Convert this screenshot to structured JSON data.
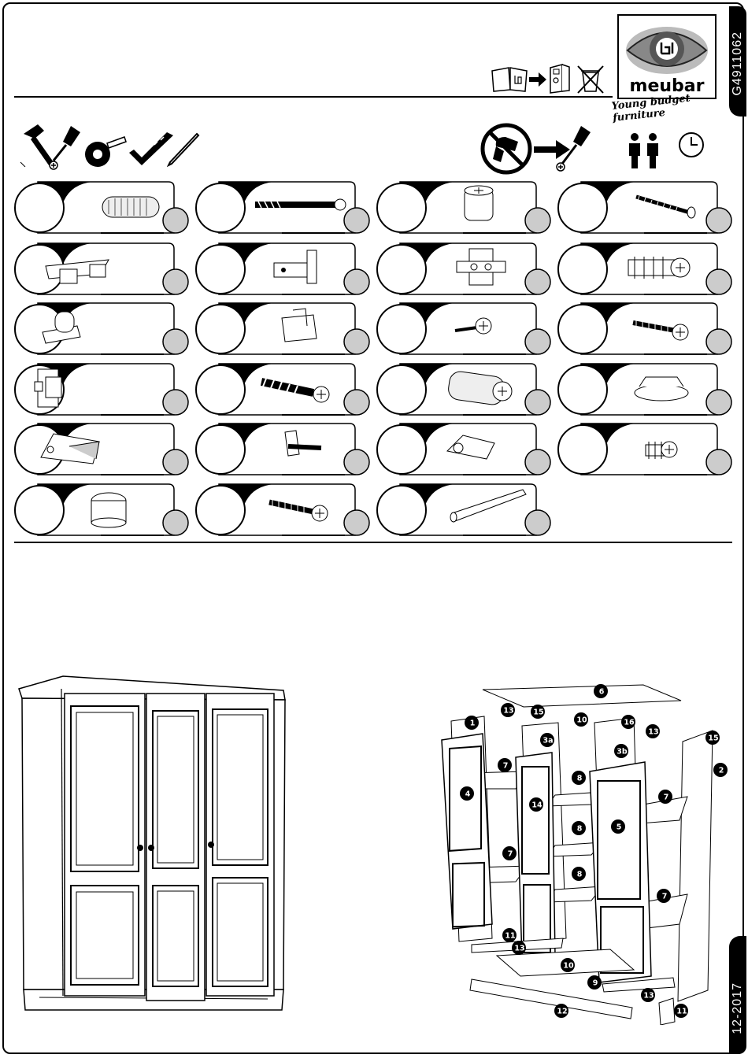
{
  "document": {
    "product_code": "G4911062",
    "date_code": "12-2017",
    "brand": {
      "name": "meubar",
      "tagline": "Young budget furniture"
    }
  },
  "icons": {
    "top_instructions": [
      "manual-icon",
      "arrow-right-icon",
      "binder-icon",
      "no-bin-icon"
    ],
    "tools": [
      "hammer-icon",
      "phillips-screwdriver-icon",
      "tape-measure-icon",
      "square-icon",
      "pencil-icon"
    ],
    "assembly_notes": [
      "no-power-drill-icon",
      "arrow-right-icon",
      "phillips-screwdriver-icon",
      "two-persons-icon",
      "clock-icon"
    ]
  },
  "hardware": [
    {
      "icon": "wooden-dowel-icon"
    },
    {
      "icon": "cam-bolt-icon"
    },
    {
      "icon": "cam-lock-icon"
    },
    {
      "icon": "wood-screw-icon"
    },
    {
      "icon": "plastic-connector-icon"
    },
    {
      "icon": "hinge-plate-icon"
    },
    {
      "icon": "hinge-icon"
    },
    {
      "icon": "expansion-plug-icon"
    },
    {
      "icon": "rail-bracket-icon"
    },
    {
      "icon": "clip-bracket-icon"
    },
    {
      "icon": "short-screw-icon"
    },
    {
      "icon": "machine-screw-icon"
    },
    {
      "icon": "door-catch-icon"
    },
    {
      "icon": "threaded-bolt-icon"
    },
    {
      "icon": "plastic-sleeve-icon"
    },
    {
      "icon": "cover-cap-icon"
    },
    {
      "icon": "wall-bracket-icon"
    },
    {
      "icon": "shelf-support-icon"
    },
    {
      "icon": "rod-holder-icon"
    },
    {
      "icon": "plug-screw-icon"
    },
    {
      "icon": "cam-housing-icon"
    },
    {
      "icon": "long-machine-screw-icon"
    },
    {
      "icon": "hanging-rod-icon"
    }
  ],
  "parts": [
    {
      "label": "6"
    },
    {
      "label": "13"
    },
    {
      "label": "15"
    },
    {
      "label": "10"
    },
    {
      "label": "16"
    },
    {
      "label": "13"
    },
    {
      "label": "15"
    },
    {
      "label": "1"
    },
    {
      "label": "3a"
    },
    {
      "label": "3b"
    },
    {
      "label": "2"
    },
    {
      "label": "7"
    },
    {
      "label": "8"
    },
    {
      "label": "7"
    },
    {
      "label": "4"
    },
    {
      "label": "14"
    },
    {
      "label": "8"
    },
    {
      "label": "5"
    },
    {
      "label": "7"
    },
    {
      "label": "8"
    },
    {
      "label": "7"
    },
    {
      "label": "11"
    },
    {
      "label": "13"
    },
    {
      "label": "10"
    },
    {
      "label": "9"
    },
    {
      "label": "13"
    },
    {
      "label": "12"
    },
    {
      "label": "11"
    }
  ]
}
